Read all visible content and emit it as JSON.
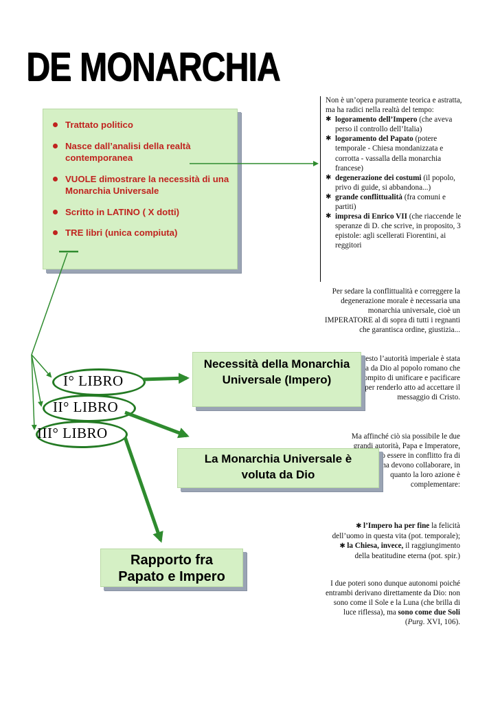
{
  "title": "DE MONARCHIA",
  "left_box": {
    "items": [
      "Trattato politico",
      "Nasce dall’analisi della realtà contemporanea",
      "VUOLE dimostrare la necessità di una Monarchia Universale",
      "Scritto in LATINO ( X dotti)",
      "TRE libri (unica compiuta)"
    ]
  },
  "intro": {
    "lead": "Non è un’opera puramente teorica e astratta, ma ha radici nella realtà del tempo:",
    "points": [
      {
        "bold": "logoramento dell’Impero",
        "rest": " (che aveva perso il controllo dell’Italia)"
      },
      {
        "bold": "logoramento del Papato",
        "rest": " (potere temporale - Chiesa mondanizzata e corrotta - vassalla della monarchia francese)"
      },
      {
        "bold": "degenerazione dei costumi",
        "rest": " (il popolo, privo di guide, si abbandona...)"
      },
      {
        "bold": "grande conflittualità",
        "rest": " (fra comuni e partiti)"
      },
      {
        "bold": "impresa di Enrico VII",
        "rest": " (che riaccende le speranze di D. che scrive, in proposito, 3 epistole: agli scellerati Fiorentini, ai reggitori"
      }
    ]
  },
  "para_sedare": "Per sedare la conflittualità e correggere la degenerazione morale è necessaria una monarchia universale, cioè un IMPERATORE al di sopra di tutti i regnanti che garantisca ordine, giustizia...",
  "para_autorita": "Del resto l’autorità imperiale è stata concessa da Dio al popolo romano che ebbe il compito di unificare e pacificare il mondo per renderlo atto ad accettare il messaggio di Cristo.",
  "para_poteri": "Ma affinché ciò sia possibile le due grandi autorità, Papa e Imperatore, non devono essere in conflitto fra di loro, ma devono collaborare, in quanto la loro azione è complementare:",
  "fini": [
    {
      "bold": "l’Impero ha per fine",
      "rest": " la felicità dell’uomo in questa vita (pot. temporale);"
    },
    {
      "bold": "la Chiesa, invece,",
      "rest": " il raggiungimento della beatitudine eterna (pot. spir.)"
    }
  ],
  "para_soli": {
    "text": "I due poteri sono dunque autonomi poiché entrambi derivano direttamente da Dio: non sono come il Sole e la Luna (che brilla di luce riflessa), ma",
    "bold": "sono come due Soli",
    "open": " (",
    "italic": "Purg",
    "close": ". XVI, 106)."
  },
  "libri": [
    "I° LIBRO",
    "II° LIBRO",
    "III° LIBRO"
  ],
  "boxes": {
    "necessita": "Necessità della Monarchia Universale (Impero)",
    "voluta": "La Monarchia Universale è voluta da Dio",
    "rapporto": "Rapporto  fra Papato e Impero"
  },
  "colors": {
    "arrow": "#2e8b2e",
    "box_fill": "#d5f0c5",
    "shadow": "#9aa4b4",
    "list_text": "#c0231f"
  }
}
